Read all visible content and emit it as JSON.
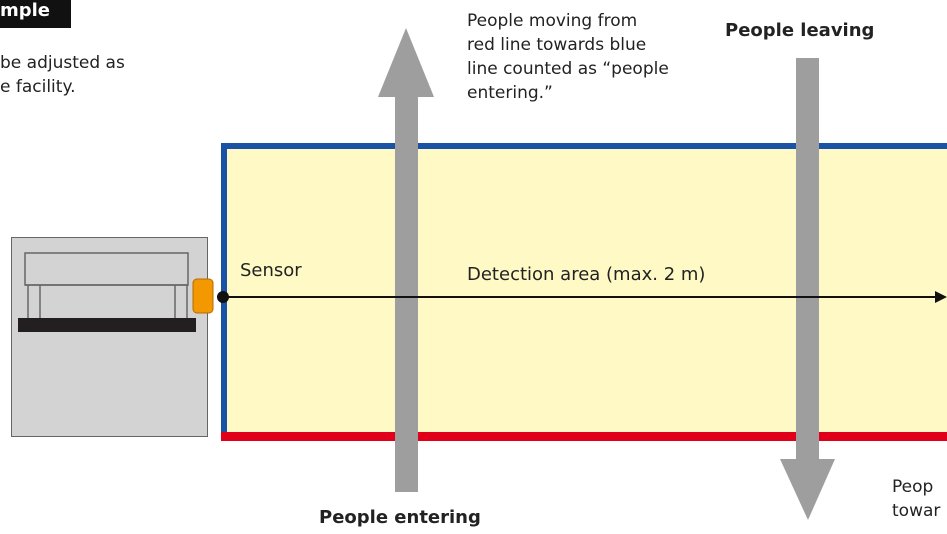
{
  "header": {
    "tag_label": "mple",
    "note_lines": [
      "be adjusted as",
      "e facility."
    ]
  },
  "callout": {
    "lines": [
      "People moving from",
      "red line towards blue",
      "line counted as “people",
      "entering.”"
    ]
  },
  "labels": {
    "people_leaving": "People leaving",
    "people_entering": "People entering",
    "sensor": "Sensor",
    "detection_area": "Detection area (max. 2 m)"
  },
  "right_note": {
    "lines": [
      "Peop",
      "towar"
    ]
  },
  "colors": {
    "zone_fill": "#fff9c6",
    "blue_line": "#1a52a6",
    "red_line": "#e0001a",
    "arrow_gray": "#9e9e9e",
    "sensor_orange": "#f39800",
    "device_gray": "#d3d3d3"
  }
}
